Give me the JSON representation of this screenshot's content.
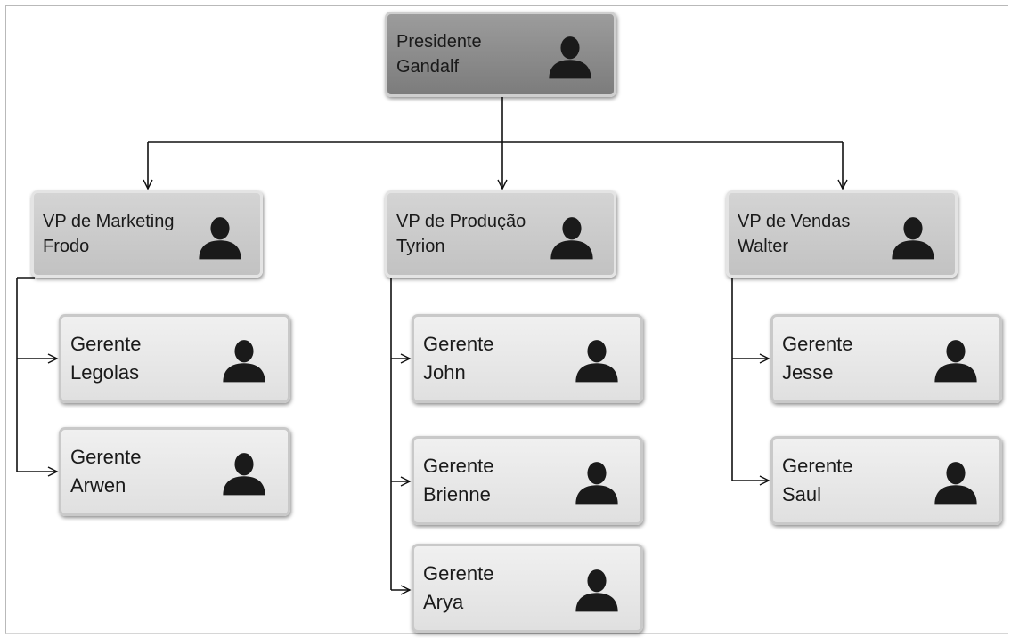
{
  "org_chart": {
    "president": {
      "title": "Presidente",
      "name": "Gandalf",
      "icon": "person-silhouette-icon"
    },
    "vps": [
      {
        "title": "VP de Marketing",
        "name": "Frodo",
        "icon": "person-silhouette-icon",
        "managers": [
          {
            "title": "Gerente",
            "name": "Legolas",
            "icon": "person-silhouette-icon"
          },
          {
            "title": "Gerente",
            "name": "Arwen",
            "icon": "person-silhouette-icon"
          }
        ]
      },
      {
        "title": "VP de Produção",
        "name": "Tyrion",
        "icon": "person-silhouette-icon",
        "managers": [
          {
            "title": "Gerente",
            "name": "John",
            "icon": "person-silhouette-icon"
          },
          {
            "title": "Gerente",
            "name": "Brienne",
            "icon": "person-silhouette-icon"
          },
          {
            "title": "Gerente",
            "name": "Arya",
            "icon": "person-silhouette-icon"
          }
        ]
      },
      {
        "title": "VP de Vendas",
        "name": "Walter",
        "icon": "person-silhouette-icon",
        "managers": [
          {
            "title": "Gerente",
            "name": "Jesse",
            "icon": "person-silhouette-icon"
          },
          {
            "title": "Gerente",
            "name": "Saul",
            "icon": "person-silhouette-icon"
          }
        ]
      }
    ]
  },
  "colors": {
    "president_fill": "#8c8c8c",
    "vp_fill": "#cbcbcb",
    "manager_fill": "#e8e8e8",
    "connector": "#111111",
    "icon": "#1a1a1a"
  }
}
